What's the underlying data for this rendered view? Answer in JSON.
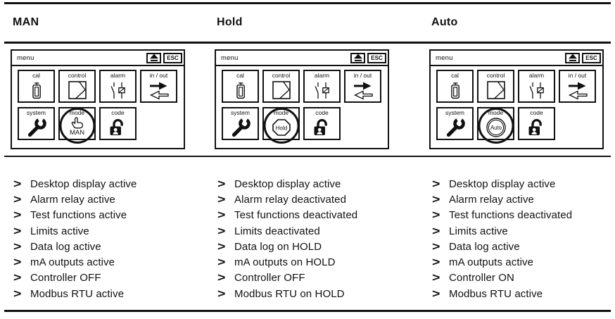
{
  "list_marker": ">",
  "screen": {
    "title": "menu",
    "esc_label": "ESC",
    "up_button_icon": "eject-up-icon",
    "tiles": {
      "cal": "cal",
      "control": "control",
      "alarm": "alarm",
      "inout": "in / out",
      "system": "system",
      "mode": "mode",
      "code": "code"
    }
  },
  "icon_names": {
    "cal": "electrode-bottle",
    "control": "controller-square",
    "alarm": "relay-contact",
    "inout": "in-out-arrows",
    "system": "wrench",
    "code": "open-padlock"
  },
  "columns": [
    {
      "header": "MAN",
      "mode_value": "MAN",
      "mode_icon": "pointing-hand-icon",
      "bullets": [
        "Desktop display active",
        "Alarm relay active",
        "Test functions active",
        "Limits active",
        "Data log active",
        "mA outputs active",
        "Controller OFF",
        "Modbus RTU active"
      ]
    },
    {
      "header": "Hold",
      "mode_value": "Hold",
      "mode_icon": "stop-octagon-icon",
      "bullets": [
        "Desktop display active",
        "Alarm relay deactivated",
        "Test functions deactivated",
        "Limits deactivated",
        "Data log on HOLD",
        "mA outputs on HOLD",
        "Controller OFF",
        "Modbus RTU on HOLD"
      ]
    },
    {
      "header": "Auto",
      "mode_value": "Auto",
      "mode_icon": "auto-double-circle-icon",
      "bullets": [
        "Desktop display active",
        "Alarm relay active",
        "Test functions deactivated",
        "Limits active",
        "Data log active",
        "mA outputs active",
        "Controller ON",
        "Modbus RTU active"
      ]
    }
  ],
  "colors": {
    "ink": "#111111",
    "background": "#ffffff"
  }
}
